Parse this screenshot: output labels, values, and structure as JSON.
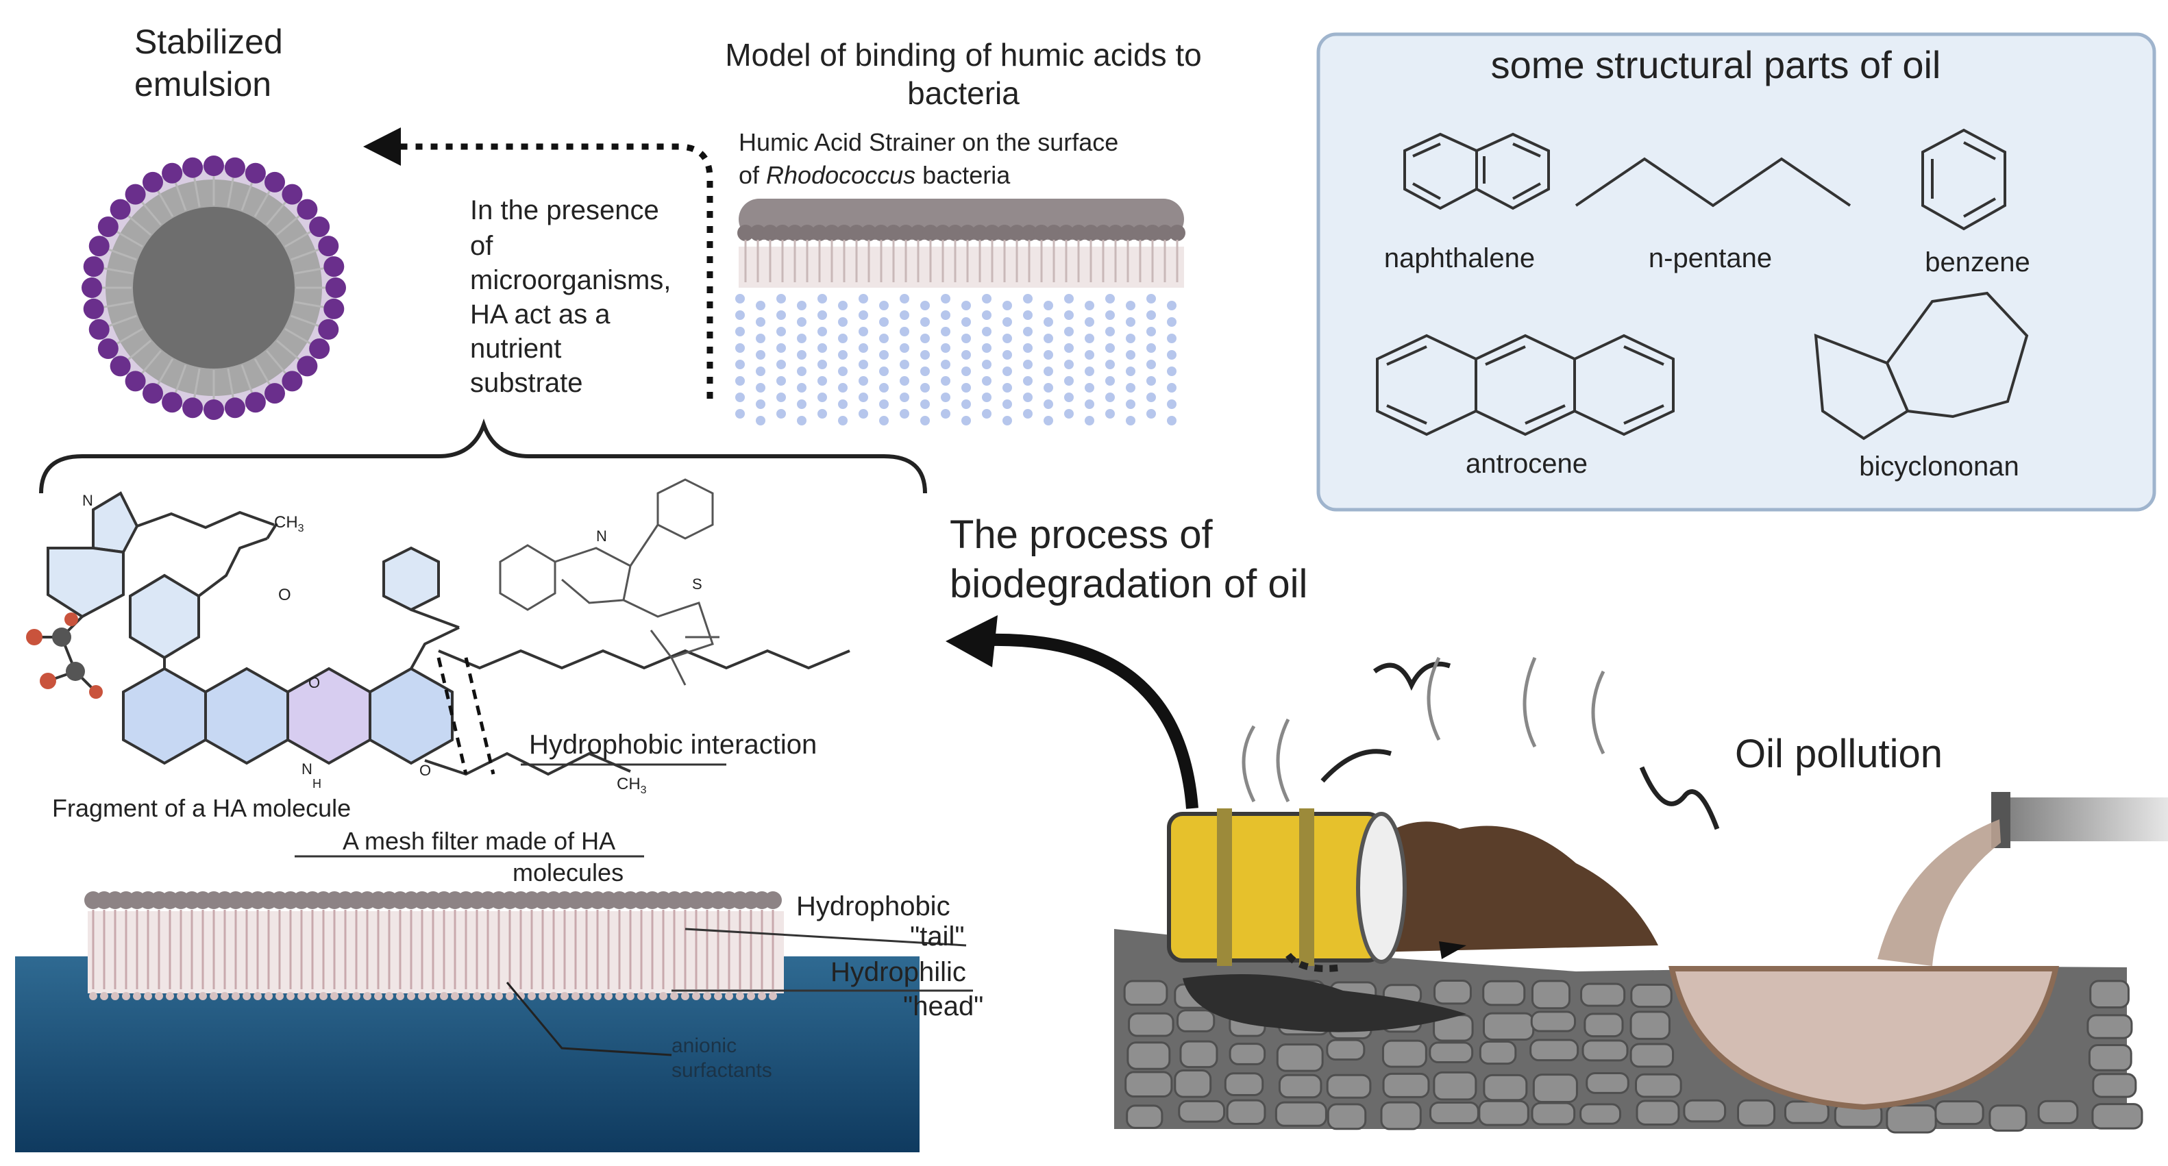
{
  "labels": {
    "stabilized_l1": "Stabilized",
    "stabilized_l2": "emulsion",
    "model_l1": "Model of binding of humic acids to",
    "model_l2": "bacteria",
    "strainer_l1": "Humic Acid Strainer on the surface",
    "strainer_l2a": "of ",
    "strainer_l2b": "Rhodococcus",
    "strainer_l2c": " bacteria",
    "presence": [
      "In the presence",
      "of",
      "microorganisms,",
      "HA act as a",
      "nutrient",
      "substrate"
    ],
    "process_l1": "The process of",
    "process_l2": "biodegradation of oil",
    "oil_pollution": "Oil pollution",
    "fragment": "Fragment of a HA molecule",
    "hydrophobic_interaction": "Hydrophobic interaction",
    "mesh_l1": "A mesh filter made of HA",
    "mesh_l2": "molecules",
    "tail_l1": "Hydrophobic",
    "tail_l2": "\"tail\"",
    "head_l1": "Hydrophilic",
    "head_l2": "\"head\"",
    "anionic_l1": "anionic",
    "anionic_l2": "surfactants"
  },
  "panel": {
    "title": "some structural parts of oil",
    "molecules": [
      "naphthalene",
      "n-pentane",
      "benzene",
      "antrocene",
      "bicyclononan"
    ]
  },
  "chem_marks": {
    "ch3": "CH",
    "sub3": "3",
    "n": "N",
    "s": "S",
    "o": "O",
    "h": "H"
  },
  "colors": {
    "micelle_core": "#777777",
    "micelle_ring": "#a7a7a7",
    "micelle_head": "#6a2f8c",
    "bilayer_head": "#8d8385",
    "bilayer_tail": "#e9dada",
    "water": "#2f6a92",
    "panel_bg": "#e6eef7",
    "panel_border": "#9fb4cd",
    "barrel": "#e6c12c",
    "oil_spill": "#5a3e2a"
  }
}
